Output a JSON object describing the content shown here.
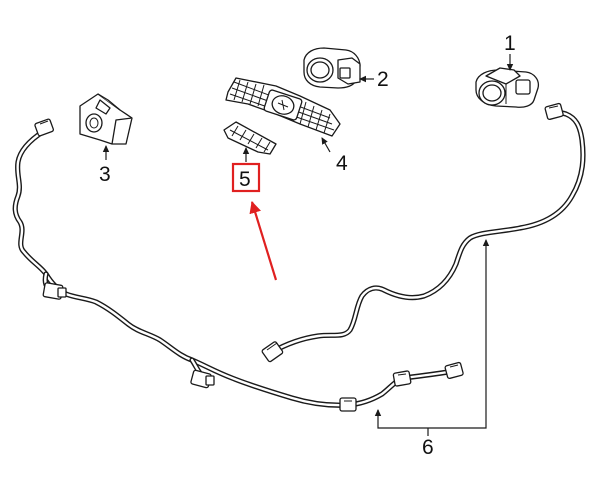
{
  "callouts": {
    "c1": "1",
    "c2": "2",
    "c3": "3",
    "c4": "4",
    "c5": "5",
    "c6": "6"
  },
  "highlight": {
    "target_callout": "5",
    "color": "#e02020"
  },
  "colors": {
    "line": "#1a1a1a",
    "background": "#ffffff"
  }
}
